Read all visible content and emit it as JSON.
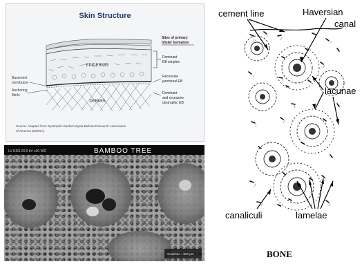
{
  "skin": {
    "title": "Skin Structure",
    "sites_header_line1": "Sites of primary",
    "sites_header_line2": "blister formation",
    "epidermis": "EPIDERMIS",
    "dermis": "DERMIS",
    "basement_line1": "Basement",
    "basement_line2": "membrane",
    "anchoring_line1": "Anchoring",
    "anchoring_line2": "fibrils",
    "dominant_eb_simplex_line1": "Dominant",
    "dominant_eb_simplex_line2": "EB simplex",
    "recessive_junctional_line1": "Recessive",
    "recessive_junctional_line2": "junctional EB",
    "dominant_recessive_line1": "Dominant",
    "dominant_recessive_line2": "and recessive",
    "dominant_recessive_line3": "dystrophic EB",
    "source_line1": "Source: Adapted from Dystrophic Epidermolysis Bullosa Research Association",
    "source_line2": "of America (DebRA)."
  },
  "bamboo": {
    "title": "BAMBOO TREE",
    "scale_text": "Scalebar = 500 μm"
  },
  "bone": {
    "cement_line": "cement line",
    "haversian_line1": "Haversian",
    "haversian_line2": "canal",
    "lacunae": "lacunae",
    "canaliculi": "canaliculi",
    "lamelae": "lamelae",
    "caption": "BONE"
  }
}
